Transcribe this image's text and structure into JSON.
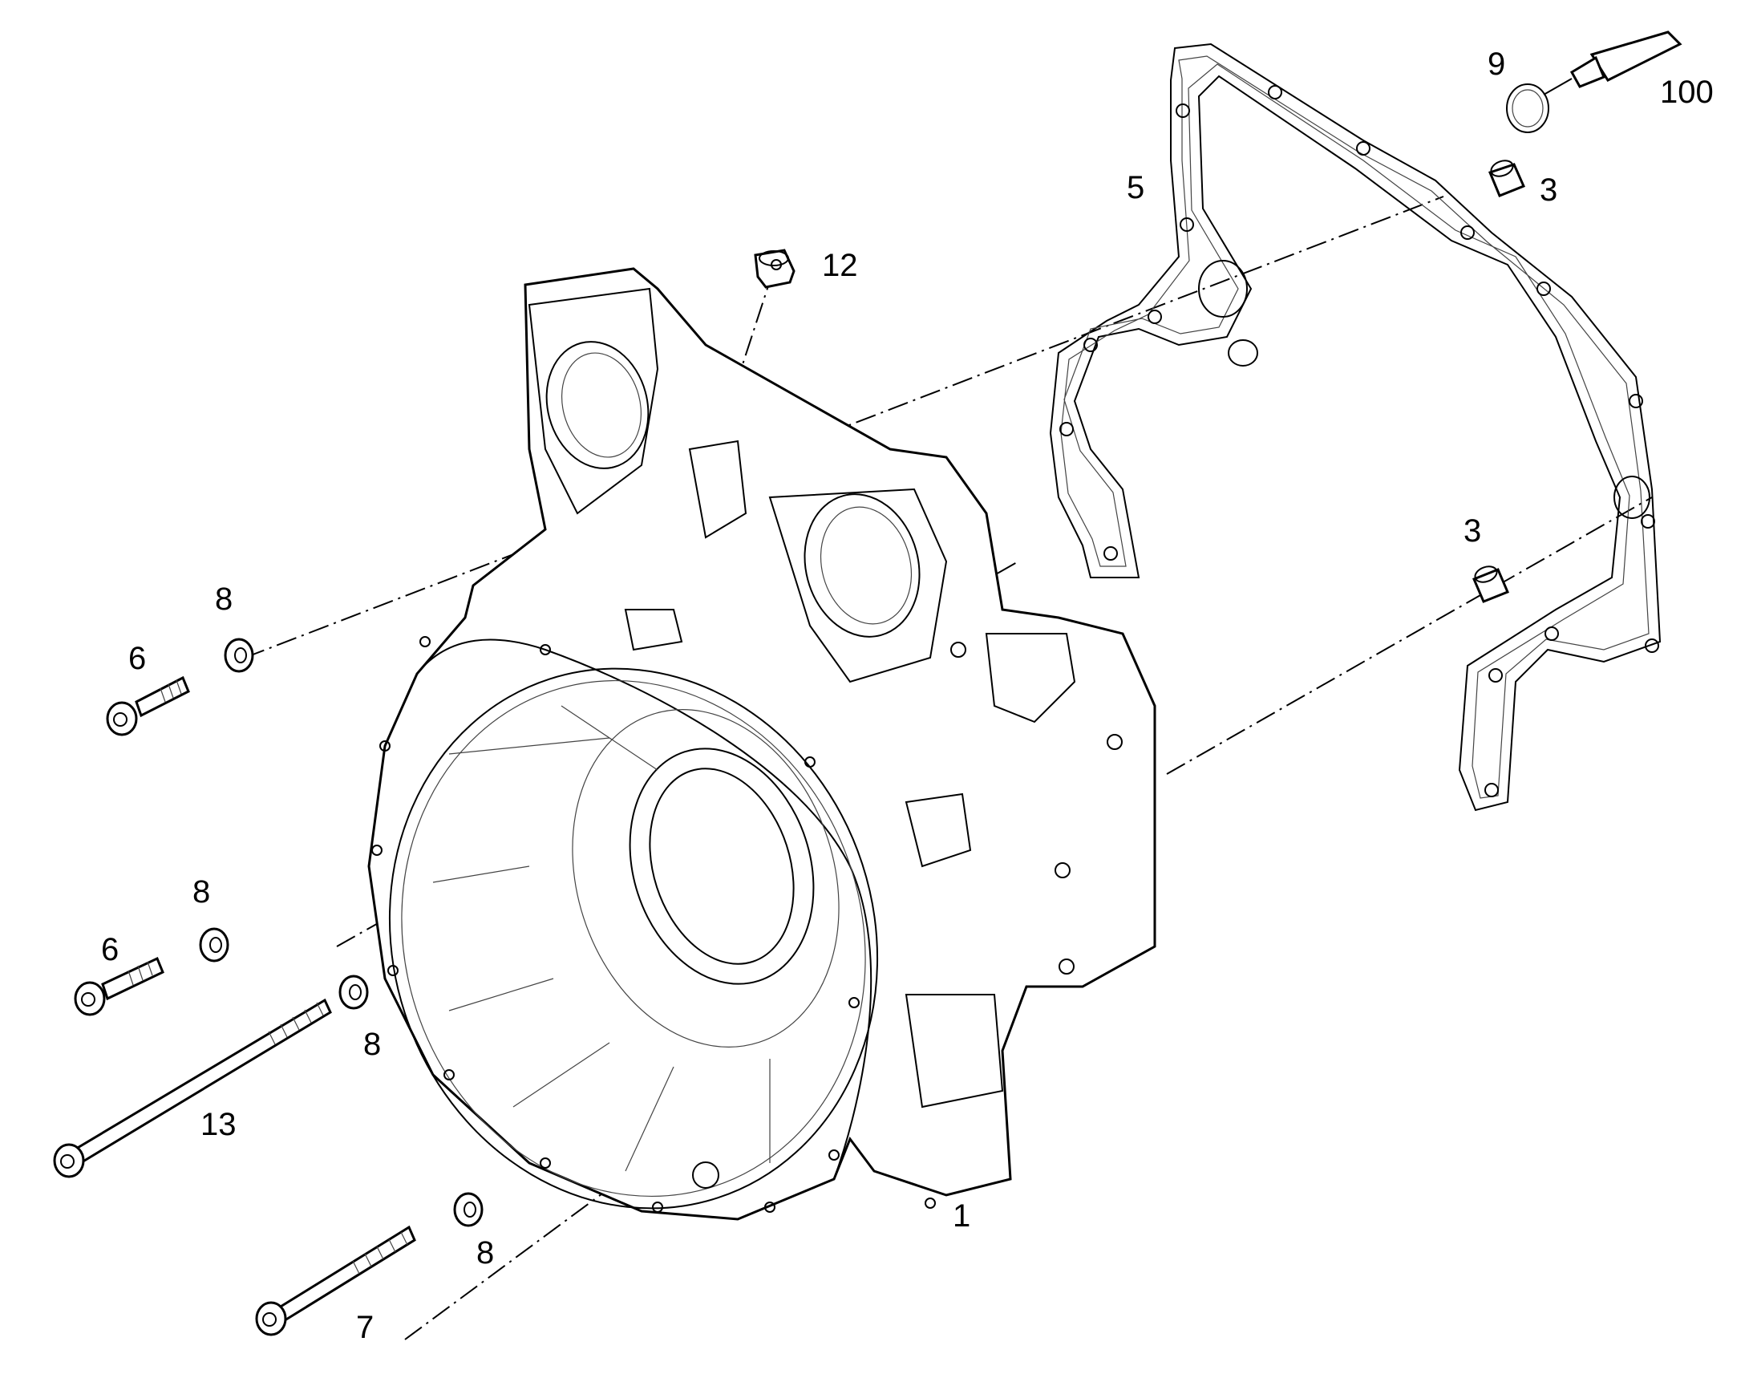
{
  "labels": {
    "housing": "1",
    "sleeve_upper": "3",
    "sleeve_lower": "3",
    "gasket": "5",
    "screw_6_upper": "6",
    "screw_6_lower": "6",
    "screw_7": "7",
    "washer_8_a": "8",
    "washer_8_b": "8",
    "washer_8_c": "8",
    "washer_8_d": "8",
    "o_ring": "9",
    "plug": "12",
    "screw_13": "13",
    "sealant": "100"
  }
}
